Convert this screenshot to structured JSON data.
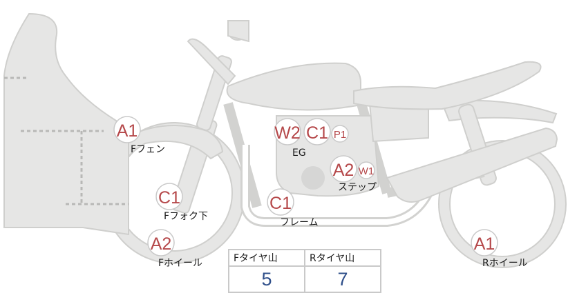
{
  "colors": {
    "body_fill": "#e6e6e5",
    "body_stroke": "#cfcfcd",
    "badge_text": "#b5484a",
    "badge_stroke": "#c9c9c9",
    "value_text": "#2f4f8a"
  },
  "parts": {
    "f_fender": "Fフェン",
    "f_fork": "Fフォク下",
    "f_wheel": "Fホイール",
    "engine": "EG",
    "frame": "フレーム",
    "step": "ステップ",
    "r_wheel": "Rホイール"
  },
  "badges": {
    "f_fender": "A1",
    "f_fork": "C1",
    "f_wheel": "A2",
    "engine_w2": "W2",
    "engine_c1": "C1",
    "engine_p1": "P1",
    "step_a2": "A2",
    "step_w1": "W1",
    "frame": "C1",
    "r_wheel": "A1"
  },
  "tire_table": {
    "front_header": "Fタイヤ山",
    "rear_header": "Rタイヤ山",
    "front_value": "5",
    "rear_value": "7"
  }
}
